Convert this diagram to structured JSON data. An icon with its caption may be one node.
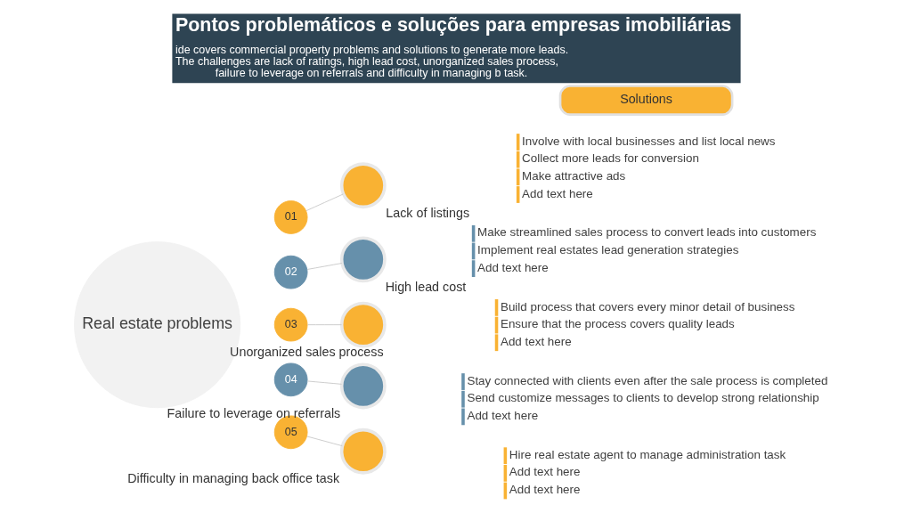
{
  "diagram": {
    "title": "Pontos problemáticos e soluções para empresas imobiliárias",
    "caption": "ide covers commercial property problems and solutions to generate more leads. The challenges are lack of ratings, high lead cost, unorganized sales process, failure to leverage on referrals and difficulty in managing b task.",
    "nodes": [
      {
        "text": [
          "Real estate problems"
        ]
      },
      {
        "text": [
          "01"
        ]
      },
      {
        "text": [
          "02"
        ]
      },
      {
        "text": [
          "03"
        ]
      },
      {
        "text": [
          "04"
        ]
      },
      {
        "text": [
          "05"
        ]
      },
      {
        "text": [],
        "shape": "circle",
        "beside": [
          "Lack of listings"
        ]
      },
      {
        "text": [],
        "shape": "circle",
        "beside": [
          "High lead cost"
        ]
      },
      {
        "text": [],
        "shape": "circle",
        "beside": [
          "Unorganized sales process"
        ]
      },
      {
        "text": [],
        "shape": "circle",
        "beside": [
          "Failure to leverage on referrals"
        ]
      },
      {
        "text": [],
        "shape": "circle",
        "beside": [
          "Difficulty in managing back office task"
        ]
      },
      {
        "text": [
          "Solutions"
        ]
      }
    ],
    "edges": [
      {
        "from": 1,
        "to": 6,
        "arrow": "none"
      },
      {
        "from": 2,
        "to": 7,
        "arrow": "none"
      },
      {
        "from": 3,
        "to": 8,
        "arrow": "none"
      },
      {
        "from": 4,
        "to": 9,
        "arrow": "none"
      },
      {
        "from": 5,
        "to": 10,
        "arrow": "none"
      }
    ],
    "labels": [
      "Involve with local businesses and list local news",
      "Collect more leads for conversion",
      "Make attractive ads",
      "Add text here",
      "Make streamlined sales process to convert leads into customers",
      "Implement real estates lead generation strategies",
      "Add text here",
      "Build process that covers every minor detail of business",
      "Ensure that the process covers quality leads",
      "Add text here",
      "Stay connected with clients even after the sale process is completed",
      "Send customize messages to clients to develop strong relationship",
      "Add text here",
      "Hire real estate agent to manage administration task",
      "Add text here",
      "Add text here"
    ]
  }
}
